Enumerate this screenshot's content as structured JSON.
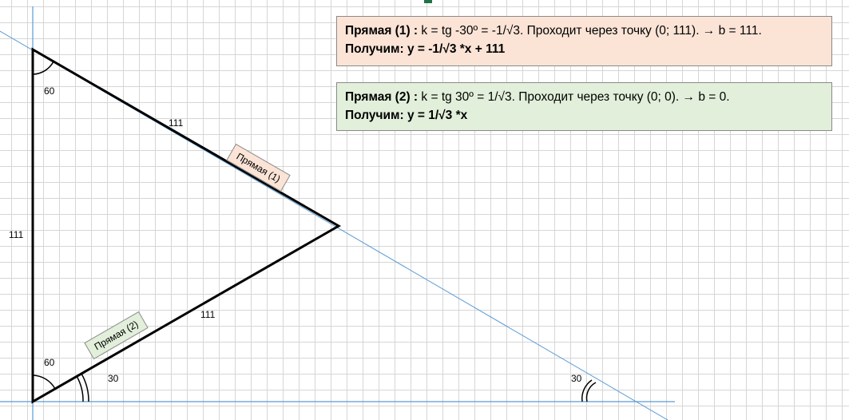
{
  "box1": {
    "name_label": "Прямая (1) :",
    "formula_text": "k = tg -30º =  -1/√3. Проходит через точку (0; 111). → b = 111.",
    "result_label": "Получим:",
    "result_eq": "y = -1/√3 *x + 111"
  },
  "box2": {
    "name_label": "Прямая (2) :",
    "formula_text": "k = tg 30º =  1/√3. Проходит через точку (0; 0). → b = 0.",
    "result_label": "Получим:",
    "result_eq": "y = 1/√3 *x"
  },
  "labels": {
    "angle_top": "60",
    "angle_bottom": "60",
    "angle_30_left": "30",
    "angle_30_right": "30",
    "side_vertical": "111",
    "side_upper": "111",
    "side_lower": "111"
  },
  "tags": {
    "line1": "Прямая (1)",
    "line2": "Прямая (2)"
  },
  "colors": {
    "axis": "#5b9bd5",
    "triangle": "#000000",
    "box1_fill": "#fbe4d6",
    "box2_fill": "#e2efda"
  }
}
